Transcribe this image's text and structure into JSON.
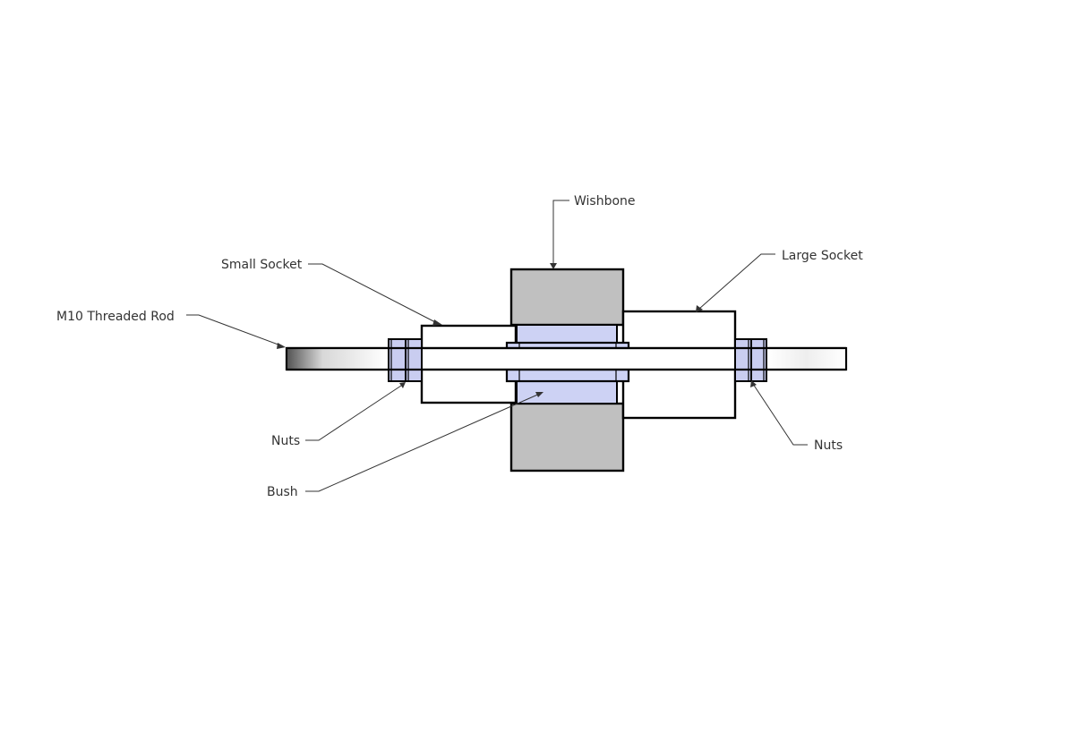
{
  "labels": {
    "wishbone": "Wishbone",
    "small_socket": "Small Socket",
    "large_socket": "Large Socket",
    "threaded_rod": "M10 Threaded Rod",
    "nuts_left": "Nuts",
    "nuts_right": "Nuts",
    "bush": "Bush"
  },
  "colors": {
    "wishbone": "#c0c0c0",
    "bush": "#cdd2f4",
    "nut": "#c9cdf0",
    "socket": "#ffffff",
    "outline": "#000000"
  }
}
